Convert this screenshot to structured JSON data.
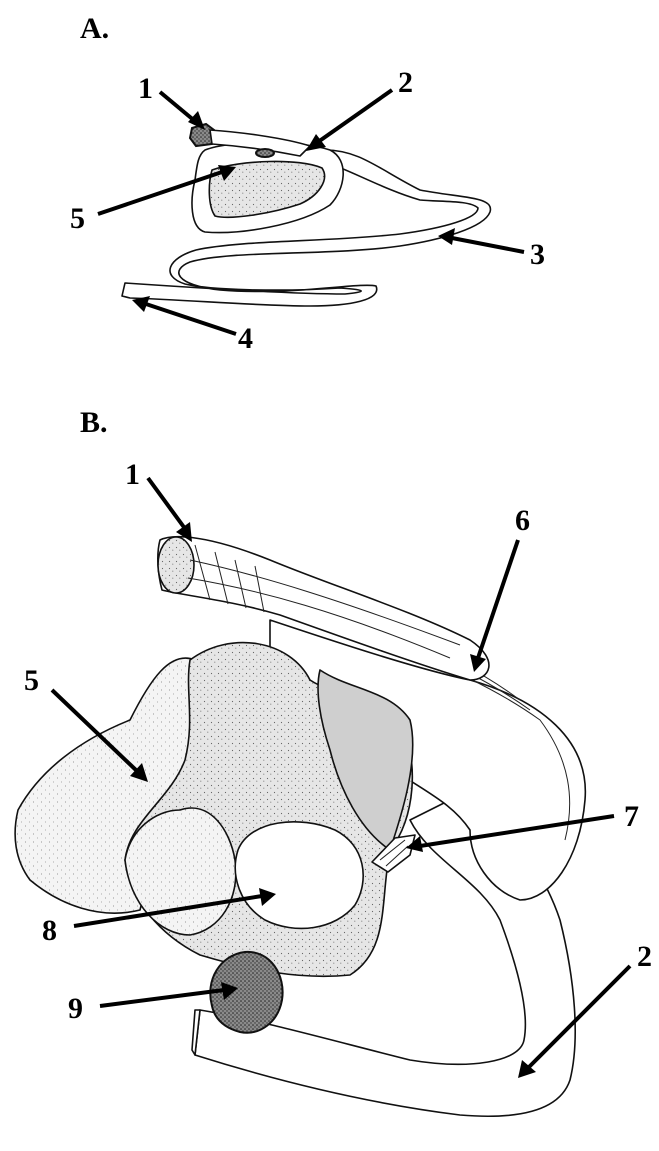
{
  "panels": {
    "a": {
      "label": "A."
    },
    "b": {
      "label": "B."
    }
  },
  "callouts_a": [
    "1",
    "2",
    "3",
    "4",
    "5"
  ],
  "callouts_b": [
    "1",
    "6",
    "5",
    "7",
    "8",
    "9",
    "2"
  ]
}
